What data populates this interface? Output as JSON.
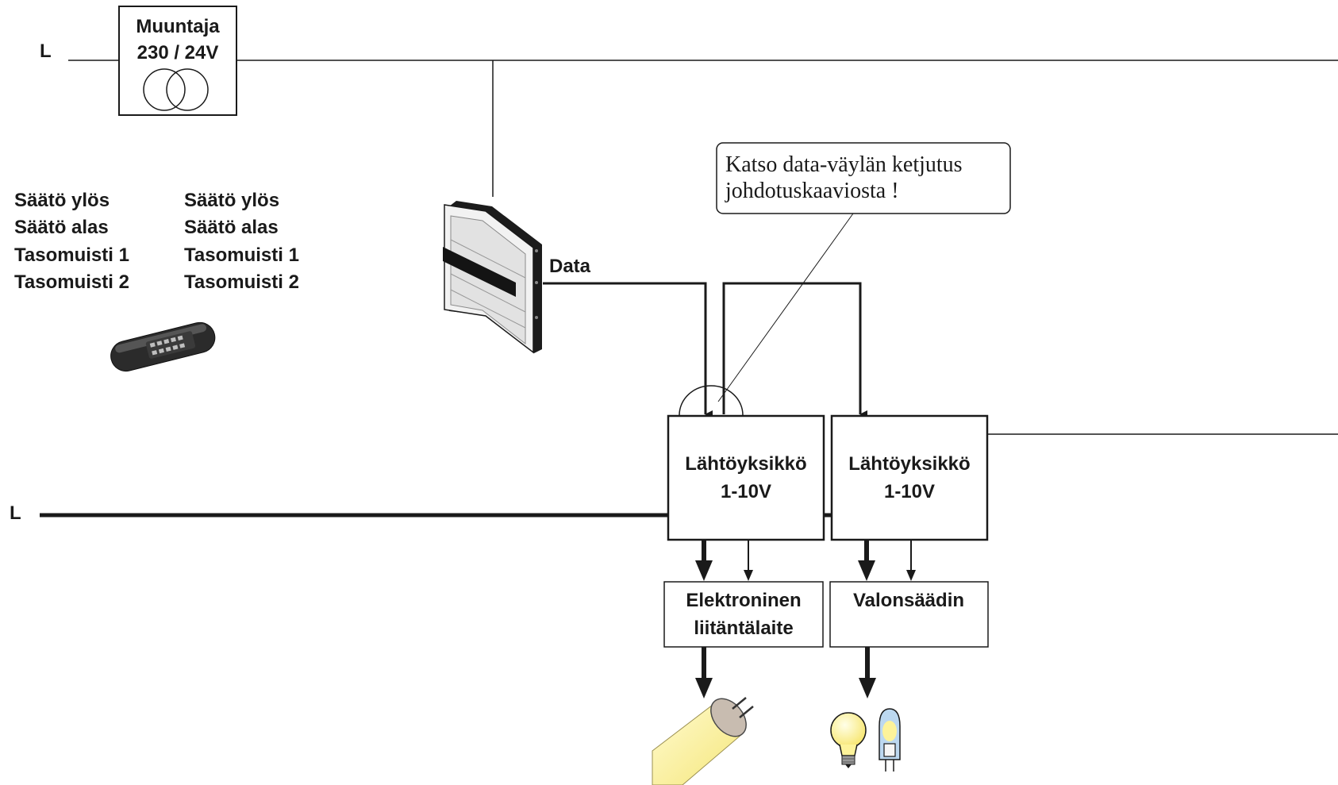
{
  "labels": {
    "line_top": "L",
    "line_bottom": "L",
    "transformer_line1": "Muuntaja",
    "transformer_line2": "230 / 24V",
    "data": "Data",
    "callout_line1": "Katso data-väylän ketjutus",
    "callout_line2": "johdotuskaaviosta !",
    "output_unit_1_line1": "Lähtöyksikkö",
    "output_unit_1_line2": "1-10V",
    "output_unit_2_line1": "Lähtöyksikkö",
    "output_unit_2_line2": "1-10V",
    "ballast_line1": "Elektroninen",
    "ballast_line2": "liitäntälaite",
    "dimmer": "Valonsäädin"
  },
  "button_list_left": [
    "Säätö ylös",
    "Säätö alas",
    "Tasomuisti 1",
    "Tasomuisti 2"
  ],
  "button_list_right": [
    "Säätö ylös",
    "Säätö alas",
    "Tasomuisti 1",
    "Tasomuisti 2"
  ],
  "icons": {
    "transformer": "transformer-symbol-icon",
    "wall_switch": "wall-switch-icon",
    "remote": "remote-control-icon",
    "tube": "fluorescent-tube-icon",
    "bulb": "light-bulb-icon",
    "halogen": "halogen-lamp-icon"
  },
  "colors": {
    "line": "#1a1a1a",
    "tube": "#fbf3a4",
    "bulb": "#fdf39a",
    "halogen_glass": "#bcd8f0"
  }
}
